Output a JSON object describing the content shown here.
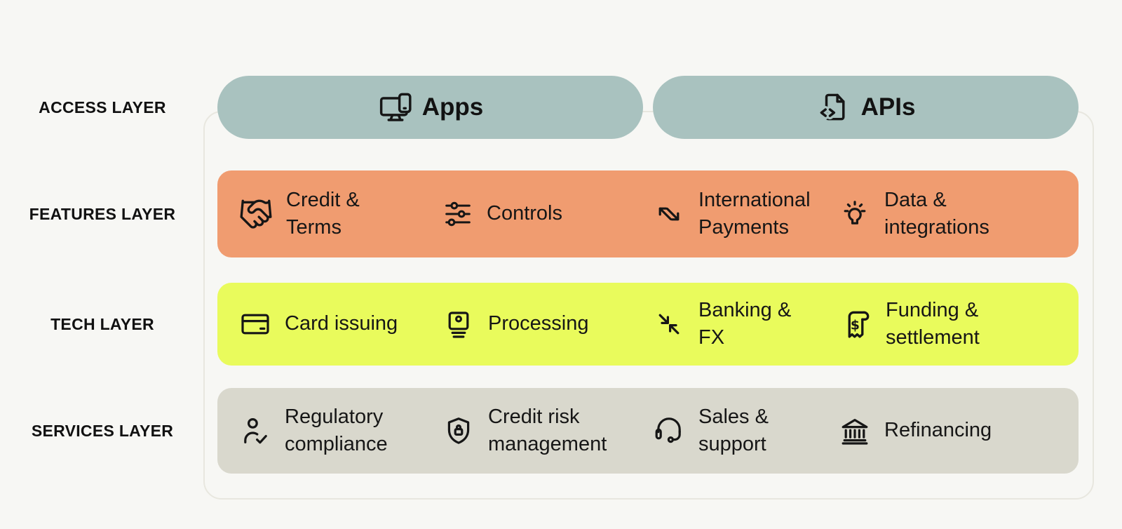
{
  "palette": {
    "bg": "#f7f7f4",
    "access": "#a9c2bf",
    "features": "#f09c70",
    "tech": "#e9fb5c",
    "services": "#d9d8cd",
    "frame": "#e8e7df",
    "ink": "#161616"
  },
  "layers": {
    "access": {
      "label": "ACCESS LAYER",
      "pills": [
        {
          "icon": "monitor-phone-icon",
          "label": "Apps"
        },
        {
          "icon": "code-file-icon",
          "label": "APIs"
        }
      ]
    },
    "features": {
      "label": "FEATURES LAYER",
      "items": [
        {
          "icon": "handshake-icon",
          "label": "Credit &\nTerms"
        },
        {
          "icon": "sliders-icon",
          "label": "Controls"
        },
        {
          "icon": "diagonal-arrows-icon",
          "label": "International\nPayments"
        },
        {
          "icon": "lightbulb-icon",
          "label": "Data &\nintegrations"
        }
      ]
    },
    "tech": {
      "label": "TECH LAYER",
      "items": [
        {
          "icon": "credit-card-icon",
          "label": "Card issuing"
        },
        {
          "icon": "payment-terminal-icon",
          "label": "Processing"
        },
        {
          "icon": "converging-arrows-icon",
          "label": "Banking &\nFX"
        },
        {
          "icon": "receipt-dollar-icon",
          "label": "Funding &\nsettlement"
        }
      ]
    },
    "services": {
      "label": "SERVICES LAYER",
      "items": [
        {
          "icon": "person-check-icon",
          "label": "Regulatory\ncompliance"
        },
        {
          "icon": "shield-lock-icon",
          "label": "Credit risk\nmanagement"
        },
        {
          "icon": "headset-icon",
          "label": "Sales &\nsupport"
        },
        {
          "icon": "bank-icon",
          "label": "Refinancing"
        }
      ]
    }
  }
}
